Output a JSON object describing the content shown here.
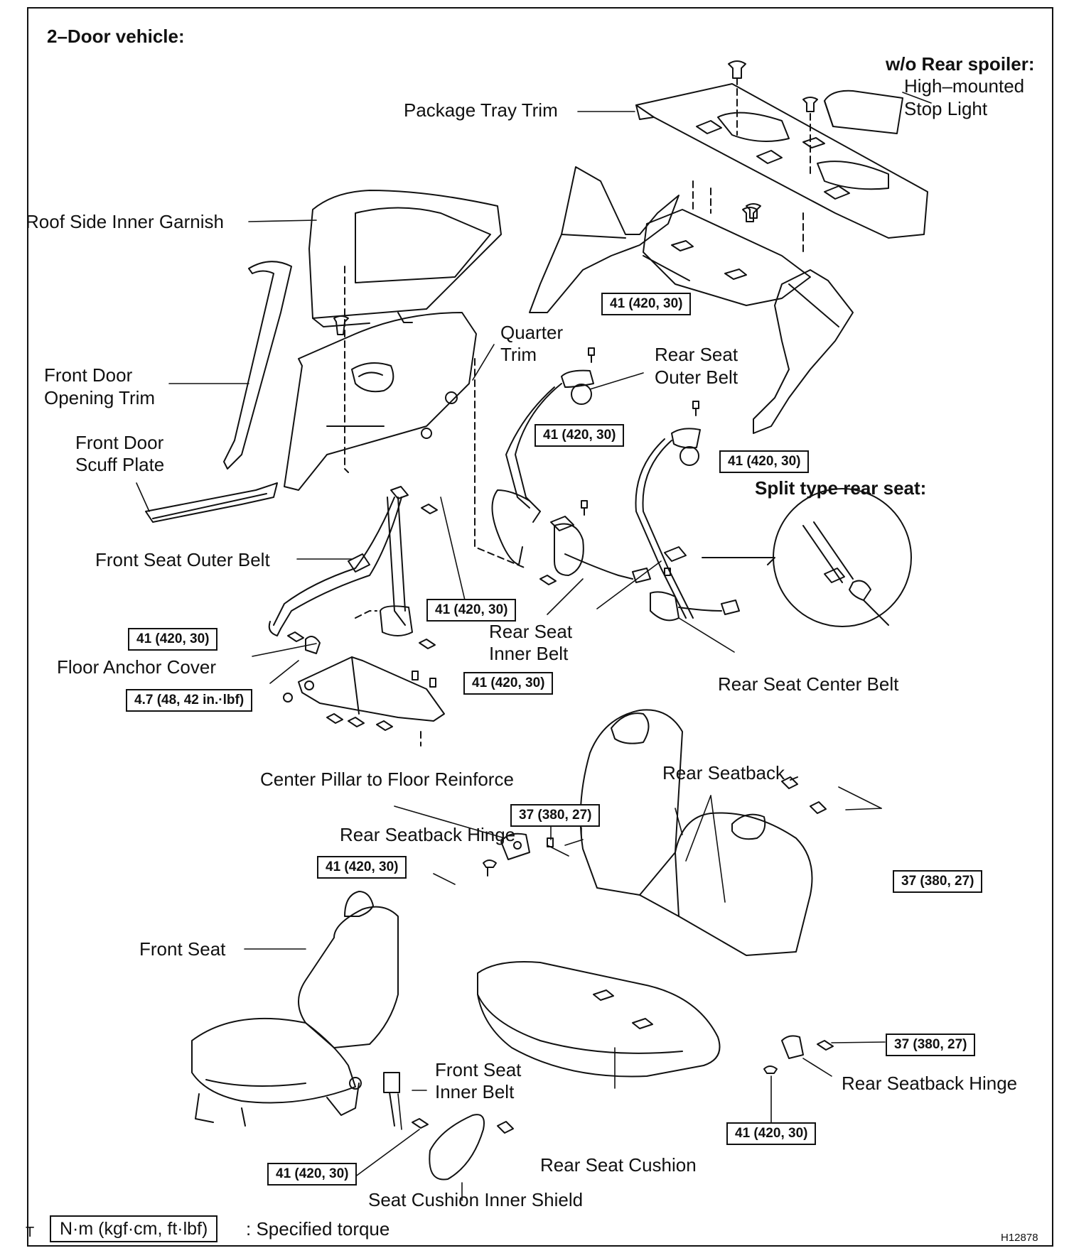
{
  "header": {
    "title": "2–Door vehicle:"
  },
  "note": {
    "spoiler_heading": "w/o Rear spoiler:",
    "split_heading": "Split type rear seat:"
  },
  "parts": {
    "package_tray_trim": "Package Tray Trim",
    "high_mounted_stop_light": [
      "High–mounted",
      "Stop Light"
    ],
    "roof_side_inner_garnish": "Roof Side Inner Garnish",
    "quarter_trim": [
      "Quarter",
      "Trim"
    ],
    "front_door_opening_trim": [
      "Front Door",
      "Opening Trim"
    ],
    "front_door_scuff_plate": [
      "Front Door",
      "Scuff Plate"
    ],
    "rear_seat_outer_belt": [
      "Rear Seat",
      "Outer Belt"
    ],
    "front_seat_outer_belt": "Front Seat Outer Belt",
    "rear_seat_inner_belt": [
      "Rear Seat",
      "Inner Belt"
    ],
    "floor_anchor_cover": "Floor Anchor Cover",
    "rear_seat_center_belt": "Rear Seat Center Belt",
    "center_pillar_reinforce": "Center Pillar to Floor Reinforce",
    "rear_seatback": "Rear Seatback",
    "rear_seatback_hinge": "Rear Seatback Hinge",
    "front_seat": "Front Seat",
    "front_seat_inner_belt": [
      "Front Seat",
      "Inner Belt"
    ],
    "rear_seat_cushion": "Rear Seat Cushion",
    "seat_cushion_inner_shield": "Seat Cushion Inner Shield"
  },
  "torque": {
    "t41": "41 (420, 30)",
    "t37": "37 (380, 27)",
    "t47": "4.7 (48, 42 in.·lbf)"
  },
  "legend": {
    "prefix": "T",
    "unit": "N·m (kgf·cm, ft·lbf)",
    "text": ": Specified torque"
  },
  "figure_code": "H12878"
}
